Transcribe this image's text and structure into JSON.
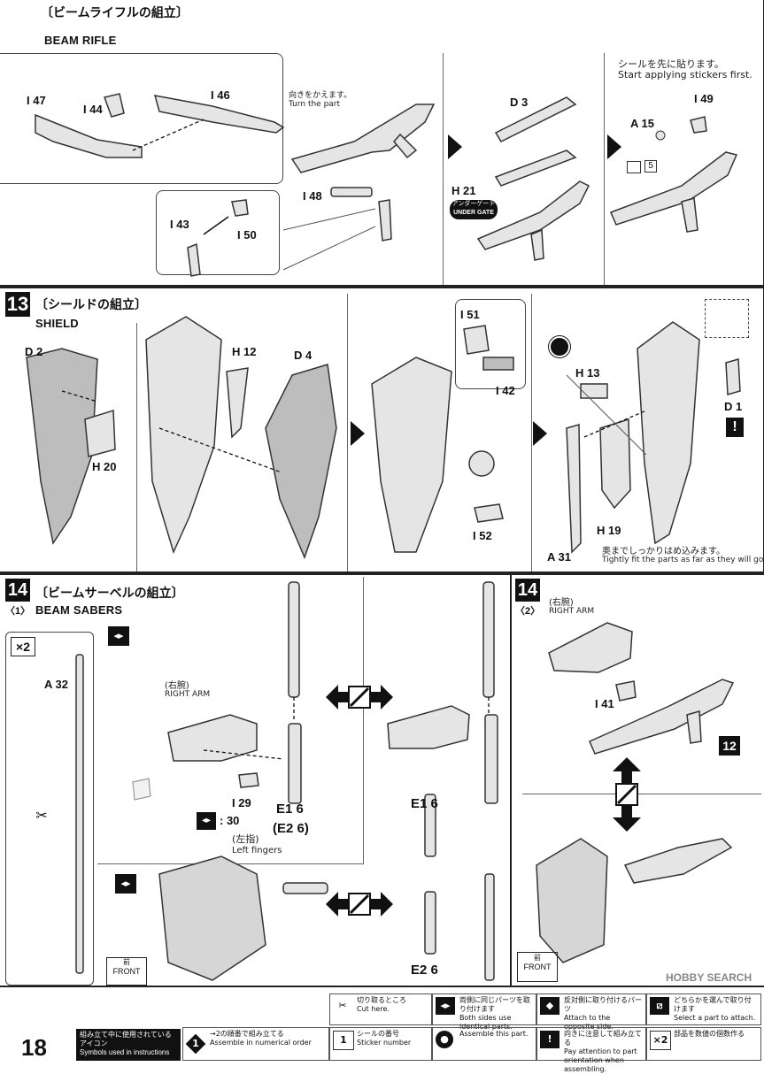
{
  "step12": {
    "title_jp": "〔ビームライフルの組立〕",
    "title_en": "BEAM RIFLE",
    "labels": {
      "i47": "I 47",
      "i44": "I 44",
      "i46": "I 46",
      "i48": "I 48",
      "i43": "I 43",
      "i50": "I 50",
      "d3": "D 3",
      "h21": "H 21",
      "a15": "A 15",
      "i49": "I 49"
    },
    "turn_jp": "向きをかえます。",
    "turn_en": "Turn the part",
    "under_gate_jp": "アンダーゲート",
    "under_gate_en": "UNDER GATE",
    "sticker_first_jp": "シールを先に貼ります。",
    "sticker_first_en": "Start applying stickers first.",
    "sticker_num": "5"
  },
  "step13": {
    "num": "13",
    "title_jp": "〔シールドの組立〕",
    "title_en": "SHIELD",
    "labels": {
      "d2": "D 2",
      "h20": "H 20",
      "h12": "H 12",
      "d4": "D 4",
      "i51": "I 51",
      "i42": "I 42",
      "i52": "I 52",
      "h13": "H 13",
      "d1": "D 1",
      "h19": "H 19",
      "a31": "A 31"
    },
    "fit_jp": "奥までしっかりはめ込みます。",
    "fit_en": "Tightly fit the parts as far as they will go."
  },
  "step14_1": {
    "num": "14",
    "sub": "〈1〉",
    "title_jp": "〔ビームサーベルの組立〕",
    "title_en": "BEAM SABERS",
    "x2": "×2",
    "a32": "A 32",
    "right_arm_jp": "(右腕)",
    "right_arm_en": "RIGHT ARM",
    "i29": "I 29",
    "i30": ": 30",
    "left_fingers_jp": "(左指)",
    "left_fingers_en": "Left fingers",
    "e1": "E1 6",
    "e2": "(E2 6)",
    "e1b": "E1 6",
    "e2b": "E2 6",
    "front_jp": "前",
    "front_en": "FRONT"
  },
  "step14_2": {
    "num": "14",
    "sub": "〈2〉",
    "right_arm_jp": "(右腕)",
    "right_arm_en": "RIGHT ARM",
    "i41": "I 41",
    "ref": "12",
    "front_jp": "前",
    "front_en": "FRONT",
    "watermark": "HOBBY SEARCH"
  },
  "footer": {
    "page": "18",
    "icons_jp": "組み立て中に使用されているアイコン",
    "icons_en": "Symbols used in instructions",
    "legend": [
      {
        "icon": "scissors-icon",
        "jp": "切り取るところ",
        "en": "Cut here."
      },
      {
        "icon": "mirror-icon",
        "jp": "両側に同じパーツを取り付けます",
        "en": "Both sides use identical parts."
      },
      {
        "icon": "opposite-icon",
        "jp": "反対側に取り付けるパーツ",
        "en": "Attach to the opposite side."
      },
      {
        "icon": "select-icon",
        "jp": "どちらかを選んで取り付けます",
        "en": "Select a part to attach."
      },
      {
        "icon": "order-icon",
        "jp": "→2の順番で組み立てる",
        "en": "Assemble in numerical order"
      },
      {
        "icon": "sticker-icon",
        "jp": "シールの番号",
        "en": "Sticker number"
      },
      {
        "icon": "assemble-icon",
        "jp": "",
        "en": "Assemble this part."
      },
      {
        "icon": "caution-icon",
        "jp": "向きに注意して組み立てる",
        "en": "Pay attention to part orientation when assembling."
      },
      {
        "icon": "count-icon",
        "jp": "部品を数値の個数作る",
        "en": ""
      }
    ]
  }
}
